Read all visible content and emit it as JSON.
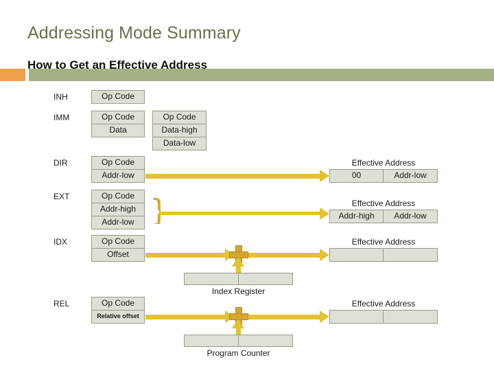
{
  "slide": {
    "title": "Addressing Mode Summary",
    "subtitle": "How to Get an Effective Address",
    "accent_green": "#a3b183",
    "accent_orange": "#efa14c",
    "accent_gold": "#e3c234",
    "box_fill": "#dde0d4",
    "box_border": "#9a9a8c",
    "title_color": "#6d6e4c"
  },
  "rows": [
    {
      "mode": "INH",
      "instruction_boxes": [
        {
          "cells": [
            "Op Code"
          ]
        }
      ],
      "result": null,
      "result_caption": null
    },
    {
      "mode": "IMM",
      "instruction_boxes": [
        {
          "cells": [
            "Op Code",
            "Data"
          ]
        },
        {
          "cells": [
            "Op Code",
            "Data-high",
            "Data-low"
          ]
        }
      ],
      "result": null,
      "result_caption": null
    },
    {
      "mode": "DIR",
      "instruction_boxes": [
        {
          "cells": [
            "Op Code",
            "Addr-low"
          ]
        }
      ],
      "result_caption": "Effective Address",
      "result_cells": [
        "00",
        "Addr-low"
      ]
    },
    {
      "mode": "EXT",
      "instruction_boxes": [
        {
          "cells": [
            "Op Code",
            "Addr-high",
            "Addr-low"
          ]
        }
      ],
      "result_caption": "Effective Address",
      "result_cells": [
        "Addr-high",
        "Addr-low"
      ]
    },
    {
      "mode": "IDX",
      "instruction_boxes": [
        {
          "cells": [
            "Op Code",
            "Offset"
          ]
        }
      ],
      "result_caption": "Effective Address",
      "result_cells": [
        "",
        ""
      ],
      "adder_source_caption": "Index Register",
      "adder_source_cells": [
        "",
        ""
      ]
    },
    {
      "mode": "REL",
      "instruction_boxes": [
        {
          "cells": [
            "Op Code",
            "Relative offset"
          ]
        }
      ],
      "result_caption": "Effective Address",
      "result_cells": [
        "",
        ""
      ],
      "adder_source_caption": "Program Counter",
      "adder_source_cells": [
        "",
        ""
      ]
    }
  ],
  "labels": {
    "inh": "INH",
    "imm": "IMM",
    "dir": "DIR",
    "ext": "EXT",
    "idx": "IDX",
    "rel": "REL",
    "op_code": "Op Code",
    "data": "Data",
    "data_high": "Data-high",
    "data_low": "Data-low",
    "addr_low": "Addr-low",
    "addr_high": "Addr-high",
    "offset": "Offset",
    "relative_offset": "Relative offset",
    "effective_address": "Effective Address",
    "zero_zero": "00",
    "index_register": "Index Register",
    "program_counter": "Program Counter",
    "blank": ""
  }
}
